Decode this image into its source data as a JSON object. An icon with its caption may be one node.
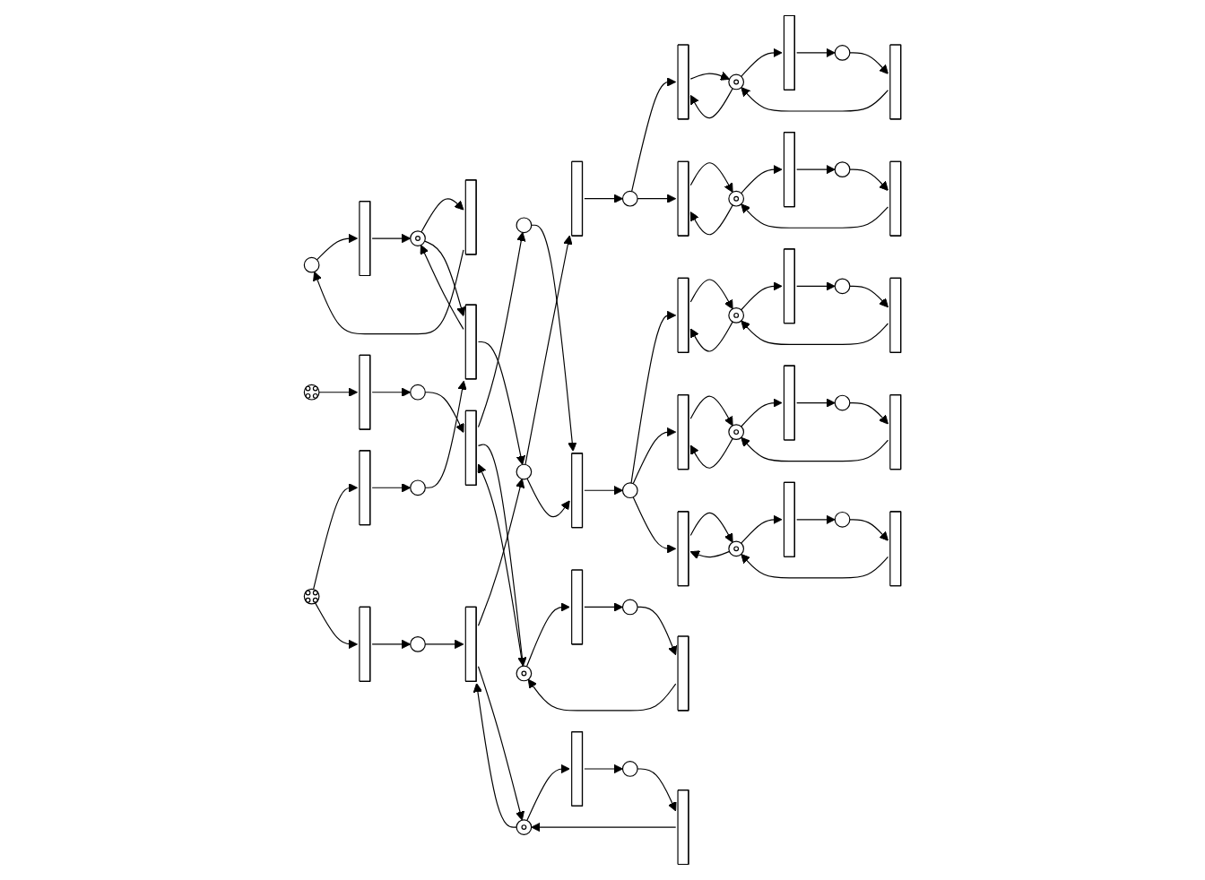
{
  "diagram": {
    "nodes": [
      {
        "text": [],
        "shape": "circle"
      },
      {
        "text": [],
        "shape": "bar"
      },
      {
        "text": [],
        "shape": "bar"
      },
      {
        "text": [],
        "shape": "circle"
      },
      {
        "text": [],
        "shape": "circle"
      },
      {
        "text": [],
        "shape": "bar"
      },
      {
        "text": [],
        "shape": "circle"
      },
      {
        "text": [],
        "shape": "bar"
      },
      {
        "text": [],
        "shape": "bar"
      },
      {
        "text": [],
        "shape": "circle"
      },
      {
        "text": [],
        "shape": "bar"
      },
      {
        "text": [],
        "shape": "circle"
      },
      {
        "text": [],
        "shape": "circle"
      },
      {
        "text": [],
        "shape": "bar"
      },
      {
        "text": [],
        "shape": "bar"
      },
      {
        "text": [],
        "shape": "circle"
      },
      {
        "text": [],
        "shape": "circle"
      },
      {
        "text": [],
        "shape": "bar"
      },
      {
        "text": [],
        "shape": "circle"
      },
      {
        "text": [],
        "shape": "bar"
      },
      {
        "text": [],
        "shape": "circle"
      },
      {
        "text": [],
        "shape": "circle"
      },
      {
        "text": [],
        "shape": "bar"
      },
      {
        "text": [],
        "shape": "bar"
      },
      {
        "text": [],
        "shape": "circle"
      },
      {
        "text": [],
        "shape": "bar"
      },
      {
        "text": [],
        "shape": "circle"
      },
      {
        "text": [],
        "shape": "bar"
      },
      {
        "text": [],
        "shape": "circle"
      },
      {
        "text": [],
        "shape": "bar"
      },
      {
        "text": [],
        "shape": "circle"
      },
      {
        "text": [],
        "shape": "bar"
      },
      {
        "text": [],
        "shape": "circle"
      },
      {
        "text": [],
        "shape": "bar"
      },
      {
        "text": [],
        "shape": "bar"
      },
      {
        "text": [],
        "shape": "circle"
      },
      {
        "text": [],
        "shape": "bar"
      },
      {
        "text": [],
        "shape": "circle"
      },
      {
        "text": [],
        "shape": "bar"
      },
      {
        "text": [],
        "shape": "bar"
      },
      {
        "text": [],
        "shape": "circle"
      },
      {
        "text": [],
        "shape": "bar"
      },
      {
        "text": [],
        "shape": "circle"
      },
      {
        "text": [],
        "shape": "bar"
      },
      {
        "text": [],
        "shape": "bar"
      },
      {
        "text": [],
        "shape": "circle"
      },
      {
        "text": [],
        "shape": "bar"
      },
      {
        "text": [],
        "shape": "circle"
      },
      {
        "text": [],
        "shape": "bar"
      },
      {
        "text": [],
        "shape": "bar"
      },
      {
        "text": [],
        "shape": "circle"
      },
      {
        "text": [],
        "shape": "bar"
      },
      {
        "text": [],
        "shape": "circle"
      },
      {
        "text": [],
        "shape": "bar"
      }
    ],
    "edges": [
      {
        "from": 3,
        "to": 1,
        "arrow": "to"
      },
      {
        "from": 1,
        "to": 0,
        "arrow": "to"
      },
      {
        "from": 0,
        "to": 2,
        "arrow": "to"
      },
      {
        "from": 2,
        "to": 3,
        "arrow": "to"
      },
      {
        "from": 3,
        "to": 7,
        "arrow": "to"
      },
      {
        "from": 7,
        "to": 3,
        "arrow": "to"
      },
      {
        "from": 4,
        "to": 5,
        "arrow": "to"
      },
      {
        "from": 5,
        "to": 6,
        "arrow": "to"
      },
      {
        "from": 6,
        "to": 7,
        "arrow": "to"
      },
      {
        "from": 7,
        "to": 11,
        "arrow": "to"
      },
      {
        "from": 4,
        "to": 8,
        "arrow": "to"
      },
      {
        "from": 8,
        "to": 9,
        "arrow": "to"
      },
      {
        "from": 9,
        "to": 10,
        "arrow": "to"
      },
      {
        "from": 10,
        "to": 11,
        "arrow": "to"
      },
      {
        "from": 15,
        "to": 13,
        "arrow": "to"
      },
      {
        "from": 13,
        "to": 12,
        "arrow": "to"
      },
      {
        "from": 12,
        "to": 14,
        "arrow": "to"
      },
      {
        "from": 14,
        "to": 15,
        "arrow": "to"
      },
      {
        "from": 15,
        "to": 10,
        "arrow": "to"
      },
      {
        "from": 10,
        "to": 15,
        "arrow": "to"
      },
      {
        "from": 16,
        "to": 17,
        "arrow": "to"
      },
      {
        "from": 17,
        "to": 18,
        "arrow": "to"
      },
      {
        "from": 18,
        "to": 19,
        "arrow": "to"
      },
      {
        "from": 19,
        "to": 20,
        "arrow": "to"
      },
      {
        "from": 24,
        "to": 22,
        "arrow": "to"
      },
      {
        "from": 22,
        "to": 21,
        "arrow": "to"
      },
      {
        "from": 21,
        "to": 23,
        "arrow": "to"
      },
      {
        "from": 23,
        "to": 24,
        "arrow": "to"
      },
      {
        "from": 24,
        "to": 19,
        "arrow": "to"
      },
      {
        "from": 19,
        "to": 24,
        "arrow": "to"
      },
      {
        "from": 11,
        "to": 25,
        "arrow": "to"
      },
      {
        "from": 25,
        "to": 26,
        "arrow": "to"
      },
      {
        "from": 11,
        "to": 27,
        "arrow": "to"
      },
      {
        "from": 20,
        "to": 27,
        "arrow": "to"
      },
      {
        "from": 27,
        "to": 28,
        "arrow": "to"
      },
      {
        "from": 26,
        "to": 29,
        "arrow": "to"
      },
      {
        "from": 30,
        "to": 29,
        "arrow": "to"
      },
      {
        "from": 29,
        "to": 30,
        "arrow": "to"
      },
      {
        "from": 30,
        "to": 31,
        "arrow": "to"
      },
      {
        "from": 31,
        "to": 32,
        "arrow": "to"
      },
      {
        "from": 32,
        "to": 33,
        "arrow": "to"
      },
      {
        "from": 33,
        "to": 30,
        "arrow": "to"
      },
      {
        "from": 26,
        "to": 34,
        "arrow": "to"
      },
      {
        "from": 35,
        "to": 34,
        "arrow": "to"
      },
      {
        "from": 34,
        "to": 35,
        "arrow": "to"
      },
      {
        "from": 35,
        "to": 36,
        "arrow": "to"
      },
      {
        "from": 36,
        "to": 37,
        "arrow": "to"
      },
      {
        "from": 37,
        "to": 38,
        "arrow": "to"
      },
      {
        "from": 38,
        "to": 35,
        "arrow": "to"
      },
      {
        "from": 28,
        "to": 39,
        "arrow": "to"
      },
      {
        "from": 40,
        "to": 39,
        "arrow": "to"
      },
      {
        "from": 39,
        "to": 40,
        "arrow": "to"
      },
      {
        "from": 40,
        "to": 41,
        "arrow": "to"
      },
      {
        "from": 41,
        "to": 42,
        "arrow": "to"
      },
      {
        "from": 42,
        "to": 43,
        "arrow": "to"
      },
      {
        "from": 43,
        "to": 40,
        "arrow": "to"
      },
      {
        "from": 28,
        "to": 44,
        "arrow": "to"
      },
      {
        "from": 45,
        "to": 44,
        "arrow": "to"
      },
      {
        "from": 44,
        "to": 45,
        "arrow": "to"
      },
      {
        "from": 45,
        "to": 46,
        "arrow": "to"
      },
      {
        "from": 46,
        "to": 47,
        "arrow": "to"
      },
      {
        "from": 47,
        "to": 48,
        "arrow": "to"
      },
      {
        "from": 48,
        "to": 45,
        "arrow": "to"
      },
      {
        "from": 28,
        "to": 49,
        "arrow": "to"
      },
      {
        "from": 50,
        "to": 49,
        "arrow": "to"
      },
      {
        "from": 49,
        "to": 50,
        "arrow": "to"
      },
      {
        "from": 50,
        "to": 51,
        "arrow": "to"
      },
      {
        "from": 51,
        "to": 52,
        "arrow": "to"
      },
      {
        "from": 52,
        "to": 53,
        "arrow": "to"
      },
      {
        "from": 53,
        "to": 50,
        "arrow": "to"
      }
    ]
  }
}
